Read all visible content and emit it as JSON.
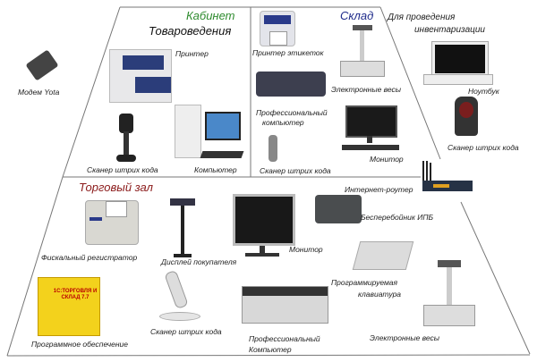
{
  "sections": {
    "office_line1": "Кабинет",
    "office_line2": "Товароведения",
    "warehouse": "Склад",
    "inventory": "Для проведения инвентаризации",
    "inventory_line1": "Для проведения",
    "inventory_line2": "инвентаризации",
    "sales_floor": "Торговый зал"
  },
  "colors": {
    "office_title": "#2e8b2e",
    "warehouse_title": "#1f2b8a",
    "sales_title": "#8b1a1a",
    "lines": "#777777"
  },
  "devices": {
    "modem": "Модем Yota",
    "office_printer": "Принтер",
    "office_scanner": "Сканер штрих кода",
    "office_computer": "Компьютер",
    "label_printer": "Принтер этикеток",
    "wh_scales": "Электронные весы",
    "wh_pc_1": "Профессиональный",
    "wh_pc_2": "компьютер",
    "wh_scanner": "Сканер штрих кода",
    "wh_monitor": "Монитор",
    "laptop": "Ноутбук",
    "inv_scanner": "Сканер штрих кода",
    "router": "Интернет-роутер",
    "ups": "Бесперебойник ИПБ",
    "fiscal": "Фискальный регистратор",
    "customer_display": "Дисплей покупателя",
    "sales_monitor": "Монитор",
    "prog_kb_1": "Программируемая",
    "prog_kb_2": "клавиатура",
    "software": "Программное обеспечение",
    "software_box": "1С:ТОРГОВЛЯ И СКЛАД 7.7",
    "sales_scanner": "Сканер штрих кода",
    "sales_pc_1": "Профессиональный",
    "sales_pc_2": "Компьютер",
    "sales_scales": "Электронные весы"
  }
}
